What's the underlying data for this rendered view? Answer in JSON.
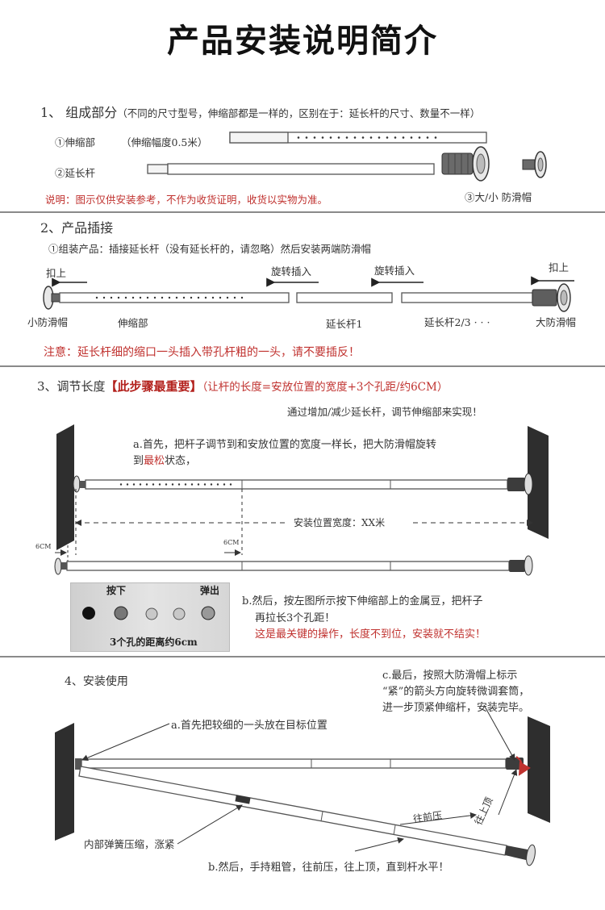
{
  "title": "产品安装说明简介",
  "sec1": {
    "heading": "1、 组成部分",
    "note": "（不同的尺寸型号，伸缩部都是一样的，区别在于：延长杆的尺寸、数量不一样）",
    "part1": "①伸缩部",
    "part1_range": "（伸缩幅度0.5米）",
    "part2": "②延长杆",
    "part3": "③大/小 防滑帽",
    "disclaimer": "说明：图示仅供安装参考，不作为收货证明，收货以实物为准。"
  },
  "sec2": {
    "heading": "2、产品插接",
    "step": "①组装产品：插接延长杆（没有延长杆的，请忽略）然后安装两端防滑帽",
    "push_left": "扣上",
    "rotate1": "旋转插入",
    "rotate2": "旋转插入",
    "push_right": "扣上",
    "label_small_cap": "小防滑帽",
    "label_telescopic": "伸缩部",
    "label_ext1": "延长杆1",
    "label_ext23": "延长杆2/3 · · ·",
    "label_big_cap": "大防滑帽",
    "warning": "注意：延长杆细的缩口一头插入带孔杆粗的一头，请不要插反！"
  },
  "sec3": {
    "heading": "3、调节长度",
    "important": "【此步骤最重要】",
    "formula": "（让杆的长度=安放位置的宽度+3个孔距/约6CM）",
    "sub": "通过增加/减少延长杆，调节伸缩部来实现！",
    "step_a1": "a.首先，把杆子调节到和安放位置的宽度一样长，把大防滑帽旋转",
    "step_a2_prefix": "到",
    "step_a2_red": "最松",
    "step_a2_suffix": "状态，",
    "width_label": "安装位置宽度：XX米",
    "cm_left": "6CM",
    "cm_mid": "6CM",
    "photo_press": "按下",
    "photo_pop": "弹出",
    "photo_caption": "3个孔的距离约6cm",
    "step_b1": "b.然后，按左图所示按下伸缩部上的金属豆，把杆子",
    "step_b2": "再拉长3个孔距！",
    "step_b_warn": "这是最关键的操作，长度不到位，安装就不结实！"
  },
  "sec4": {
    "heading": "4、安装使用",
    "step_c1": "c.最后，按照大防滑帽上标示",
    "step_c2": "“紧”的箭头方向旋转微调套筒，",
    "step_c3": "进一步顶紧伸缩杆，安装完毕。",
    "step_a": "a.首先把较细的一头放在目标位置",
    "spring": "内部弹簧压缩，涨紧",
    "push_forward": "往前压",
    "push_up": "往上顶",
    "step_b": "b.然后，手持粗管，往前压，往上顶，直到杆水平！"
  }
}
